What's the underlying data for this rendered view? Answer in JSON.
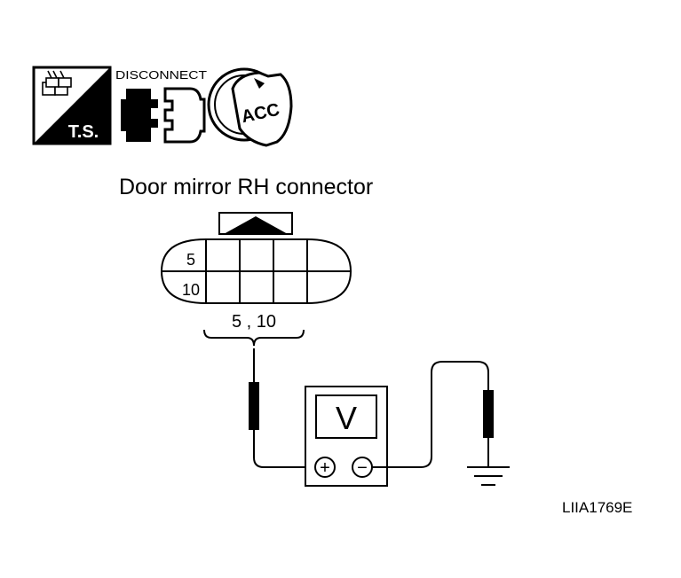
{
  "header": {
    "ts_label": "T.S.",
    "disconnect_label": "DISCONNECT",
    "key_label": "ACC"
  },
  "connector": {
    "title": "Door mirror RH connector",
    "pin_top": "5",
    "pin_bottom": "10",
    "probe_pins": "5 , 10"
  },
  "meter": {
    "display": "V",
    "plus_symbol": "+",
    "minus_symbol": "−"
  },
  "figure_id": "LIIA1769E"
}
